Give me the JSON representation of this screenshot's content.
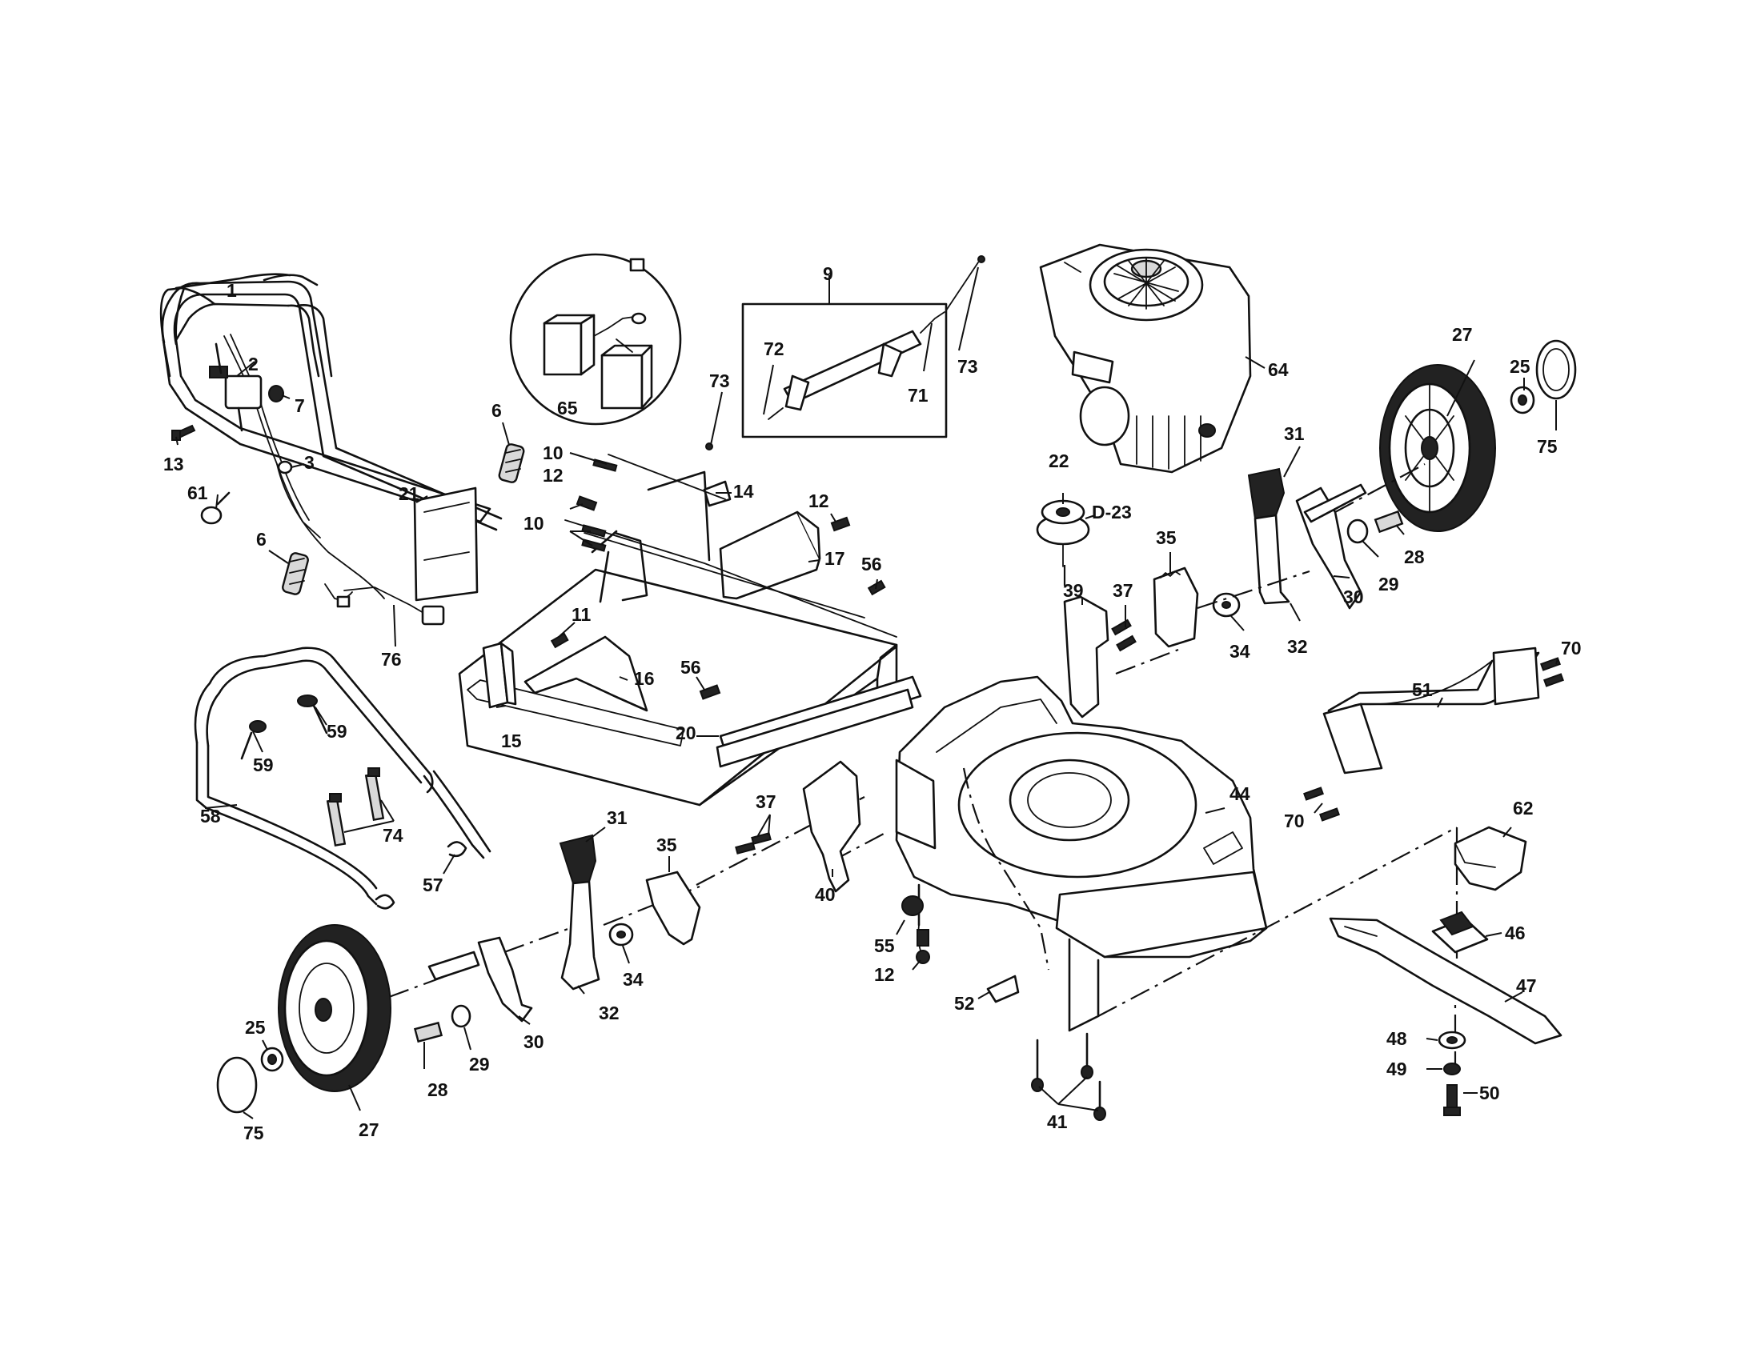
{
  "diagram": {
    "callouts": [
      {
        "id": "c1",
        "text": "1"
      },
      {
        "id": "c2",
        "text": "2"
      },
      {
        "id": "c7",
        "text": "7"
      },
      {
        "id": "c3",
        "text": "3"
      },
      {
        "id": "c13",
        "text": "13"
      },
      {
        "id": "c61",
        "text": "61"
      },
      {
        "id": "c6a",
        "text": "6"
      },
      {
        "id": "c6b",
        "text": "6"
      },
      {
        "id": "c21",
        "text": "21"
      },
      {
        "id": "c76",
        "text": "76"
      },
      {
        "id": "c65",
        "text": "65"
      },
      {
        "id": "c9",
        "text": "9"
      },
      {
        "id": "c72",
        "text": "72"
      },
      {
        "id": "c73a",
        "text": "73"
      },
      {
        "id": "c73b",
        "text": "73"
      },
      {
        "id": "c71",
        "text": "71"
      },
      {
        "id": "c10a",
        "text": "10"
      },
      {
        "id": "c12a",
        "text": "12"
      },
      {
        "id": "c10b",
        "text": "10"
      },
      {
        "id": "c14",
        "text": "14"
      },
      {
        "id": "c12b",
        "text": "12"
      },
      {
        "id": "c17",
        "text": "17"
      },
      {
        "id": "c56a",
        "text": "56"
      },
      {
        "id": "c11",
        "text": "11"
      },
      {
        "id": "c16",
        "text": "16"
      },
      {
        "id": "c56b",
        "text": "56"
      },
      {
        "id": "c15",
        "text": "15"
      },
      {
        "id": "c20",
        "text": "20"
      },
      {
        "id": "c64",
        "text": "64"
      },
      {
        "id": "c27a",
        "text": "27"
      },
      {
        "id": "c25a",
        "text": "25"
      },
      {
        "id": "c75a",
        "text": "75"
      },
      {
        "id": "c22",
        "text": "22"
      },
      {
        "id": "c23",
        "text": "D-23"
      },
      {
        "id": "c31a",
        "text": "31"
      },
      {
        "id": "c28a",
        "text": "28"
      },
      {
        "id": "c29a",
        "text": "29"
      },
      {
        "id": "c30a",
        "text": "30"
      },
      {
        "id": "c35a",
        "text": "35"
      },
      {
        "id": "c39",
        "text": "39"
      },
      {
        "id": "c37a",
        "text": "37"
      },
      {
        "id": "c34a",
        "text": "34"
      },
      {
        "id": "c32a",
        "text": "32"
      },
      {
        "id": "c70a",
        "text": "70"
      },
      {
        "id": "c51",
        "text": "51"
      },
      {
        "id": "c70b",
        "text": "70"
      },
      {
        "id": "c62",
        "text": "62"
      },
      {
        "id": "c44",
        "text": "44"
      },
      {
        "id": "c46",
        "text": "46"
      },
      {
        "id": "c47",
        "text": "47"
      },
      {
        "id": "c48",
        "text": "48"
      },
      {
        "id": "c49",
        "text": "49"
      },
      {
        "id": "c50",
        "text": "50"
      },
      {
        "id": "c41",
        "text": "41"
      },
      {
        "id": "c52",
        "text": "52"
      },
      {
        "id": "c55",
        "text": "55"
      },
      {
        "id": "c12c",
        "text": "12"
      },
      {
        "id": "c40",
        "text": "40"
      },
      {
        "id": "c37b",
        "text": "37"
      },
      {
        "id": "c35b",
        "text": "35"
      },
      {
        "id": "c31b",
        "text": "31"
      },
      {
        "id": "c34b",
        "text": "34"
      },
      {
        "id": "c32b",
        "text": "32"
      },
      {
        "id": "c30b",
        "text": "30"
      },
      {
        "id": "c29b",
        "text": "29"
      },
      {
        "id": "c28b",
        "text": "28"
      },
      {
        "id": "c25b",
        "text": "25"
      },
      {
        "id": "c27b",
        "text": "27"
      },
      {
        "id": "c75b",
        "text": "75"
      },
      {
        "id": "c58",
        "text": "58"
      },
      {
        "id": "c59a",
        "text": "59"
      },
      {
        "id": "c59b",
        "text": "59"
      },
      {
        "id": "c74",
        "text": "74"
      },
      {
        "id": "c57",
        "text": "57"
      }
    ]
  }
}
